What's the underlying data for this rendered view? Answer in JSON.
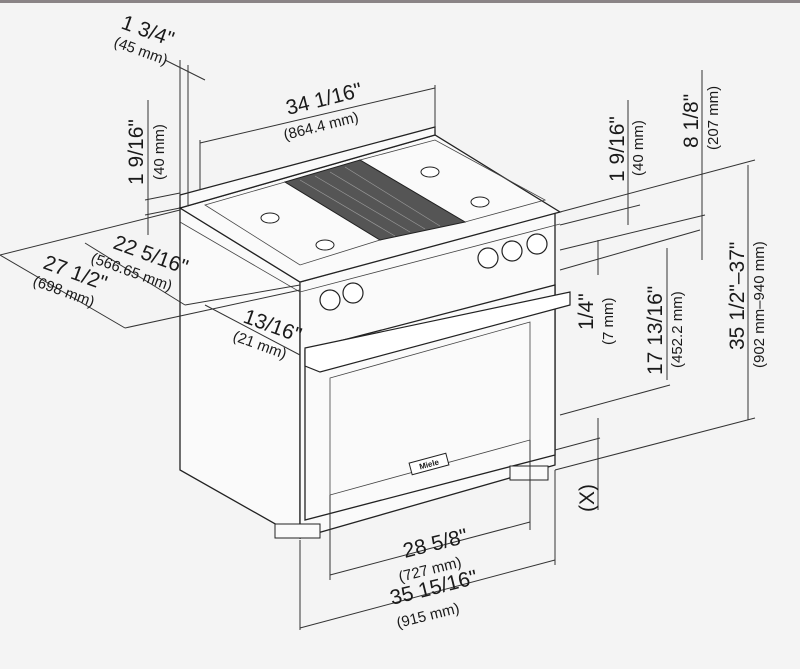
{
  "title": "Range dimension diagram",
  "dimensions": {
    "backguard_depth": {
      "in": "1 3/4\"",
      "mm": "(45 mm)"
    },
    "top_width": {
      "in": "34 1/16\"",
      "mm": "(864.4 mm)"
    },
    "left_backguard_height": {
      "in": "1 9/16\"",
      "mm": "(40 mm)"
    },
    "depth_body": {
      "in": "22 5/16\"",
      "mm": "(566.65 mm)"
    },
    "depth_total": {
      "in": "27 1/2\"",
      "mm": "(698 mm)"
    },
    "door_offset": {
      "in": "13/16\"",
      "mm": "(21 mm)"
    },
    "right_backguard_height": {
      "in": "1 9/16\"",
      "mm": "(40 mm)"
    },
    "control_height": {
      "in": "8 1/8\"",
      "mm": "(207 mm)"
    },
    "handle_gap": {
      "in": "1/4\"",
      "mm": "(7 mm)"
    },
    "oven_height": {
      "in": "17 13/16\"",
      "mm": "(452.2 mm)"
    },
    "total_height": {
      "in": "35 1/2\"–37\"",
      "mm": "(902 mm–940 mm)"
    },
    "leg_adjust": {
      "label": "(X)"
    },
    "oven_width": {
      "in": "28 5/8\"",
      "mm": "(727 mm)"
    },
    "total_width": {
      "in": "35 15/16\"",
      "mm": "(915 mm)"
    }
  },
  "brand_badge": "Miele"
}
